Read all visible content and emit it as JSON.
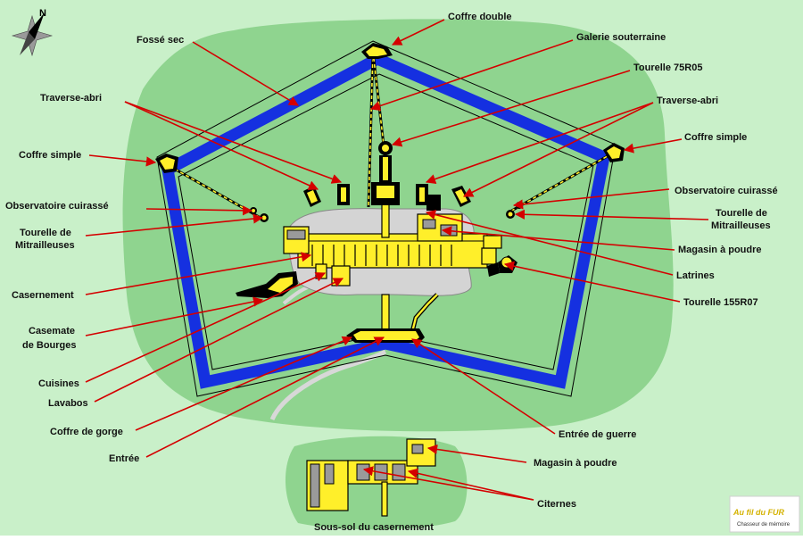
{
  "colors": {
    "background": "#c9f0c9",
    "glacis": "#8fd48f",
    "ditch": "#1530e0",
    "structure": "#ffef2a",
    "courtyard": "#d4d4d4",
    "leader": "#d40000"
  },
  "compass": {
    "north_letter": "N"
  },
  "labels": {
    "coffre_double": "Coffre double",
    "fosse_sec": "Fossé sec",
    "galerie_souterraine": "Galerie souterraine",
    "tourelle_75r05": "Tourelle 75R05",
    "traverse_abri_left": "Traverse-abri",
    "traverse_abri_right": "Traverse-abri",
    "coffre_simple_left": "Coffre simple",
    "coffre_simple_right": "Coffre simple",
    "observatoire_left": "Observatoire cuirassé",
    "observatoire_right": "Observatoire cuirassé",
    "tourelle_mit_left_1": "Tourelle de",
    "tourelle_mit_left_2": "Mitrailleuses",
    "tourelle_mit_right_1": "Tourelle de",
    "tourelle_mit_right_2": "Mitrailleuses",
    "magasin_poudre": "Magasin à poudre",
    "latrines": "Latrines",
    "casernement": "Casernement",
    "tourelle_155r07": "Tourelle 155R07",
    "casemate_1": "Casemate",
    "casemate_2": "de Bourges",
    "cuisines": "Cuisines",
    "lavabos": "Lavabos",
    "coffre_gorge": "Coffre de gorge",
    "entree_guerre": "Entrée de guerre",
    "entree": "Entrée",
    "magasin_poudre_sous": "Magasin à poudre",
    "citernes": "Citernes",
    "sous_sol": "Sous-sol du casernement"
  },
  "logo": {
    "text": "Au fil du FUR",
    "sub": "Chasseur de mémoire"
  }
}
